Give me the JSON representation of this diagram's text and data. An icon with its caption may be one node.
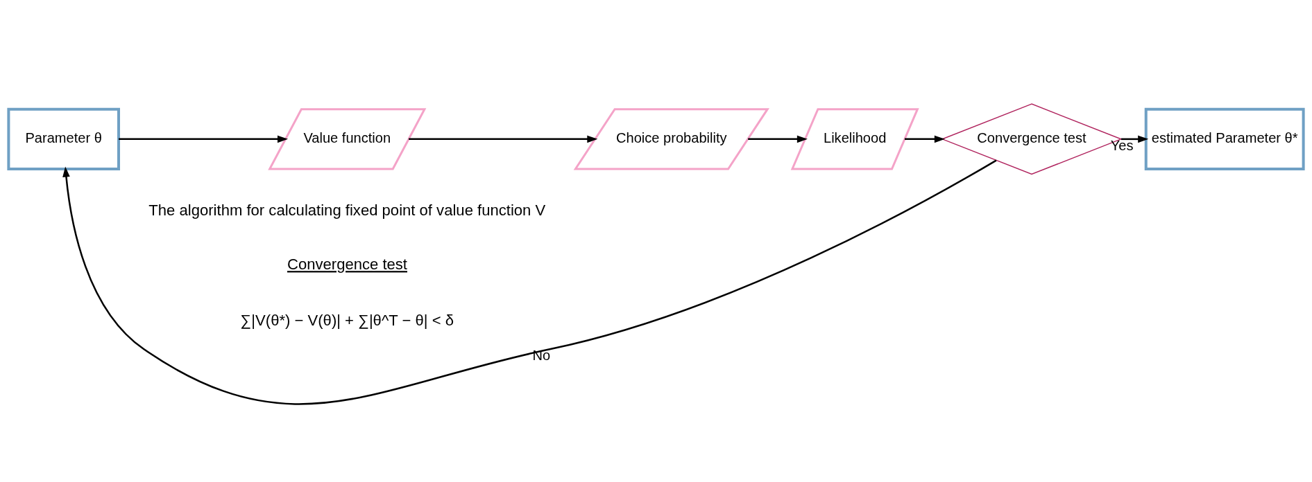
{
  "diagram": {
    "nodes": [
      {
        "text": [
          "Parameter θ"
        ]
      },
      {
        "text": [
          "Value function"
        ]
      },
      {
        "text": [
          "Choice probability"
        ]
      },
      {
        "text": [
          "Likelihood"
        ]
      },
      {
        "text": [
          "Convergence test"
        ]
      },
      {
        "text": [
          "estimated Parameter θ*"
        ]
      }
    ],
    "edges": [
      {
        "from": 0,
        "to": 1,
        "arrow": "to"
      },
      {
        "from": 1,
        "to": 2,
        "arrow": "to"
      },
      {
        "from": 2,
        "to": 3,
        "arrow": "to"
      },
      {
        "from": 3,
        "to": 4,
        "arrow": "to"
      },
      {
        "from": 4,
        "to": 0,
        "arrow": "to",
        "label": "No"
      },
      {
        "from": 4,
        "to": 5,
        "arrow": "to",
        "label": "Yes"
      }
    ],
    "labels": [
      "The algorithm for calculating fixed point of value function V",
      "Convergence test",
      "∑|V(θ*) − V(θ)| + ∑|θ^T − θ| < δ"
    ]
  }
}
